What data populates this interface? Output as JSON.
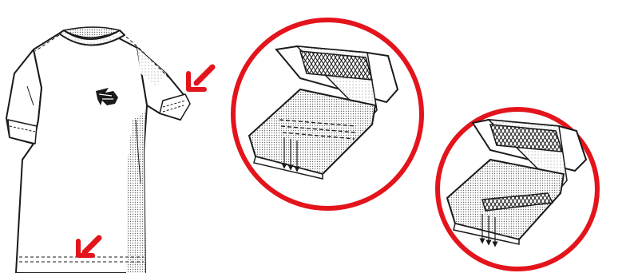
{
  "colors": {
    "ink": "#1a1a1a",
    "accent": "#e3141b",
    "fabric": "#e9e9e9",
    "background": "#ffffff"
  },
  "icons": {
    "arrow_sleeve": "arrow-down-left-icon",
    "arrow_hem": "arrow-down-left-icon",
    "logo": "shirt-logo-icon"
  },
  "detail_1": {
    "stitch_type": "straight-stitch",
    "needle_arrows": 3
  },
  "detail_2": {
    "stitch_type": "coverstitch",
    "needle_arrows": 3
  }
}
